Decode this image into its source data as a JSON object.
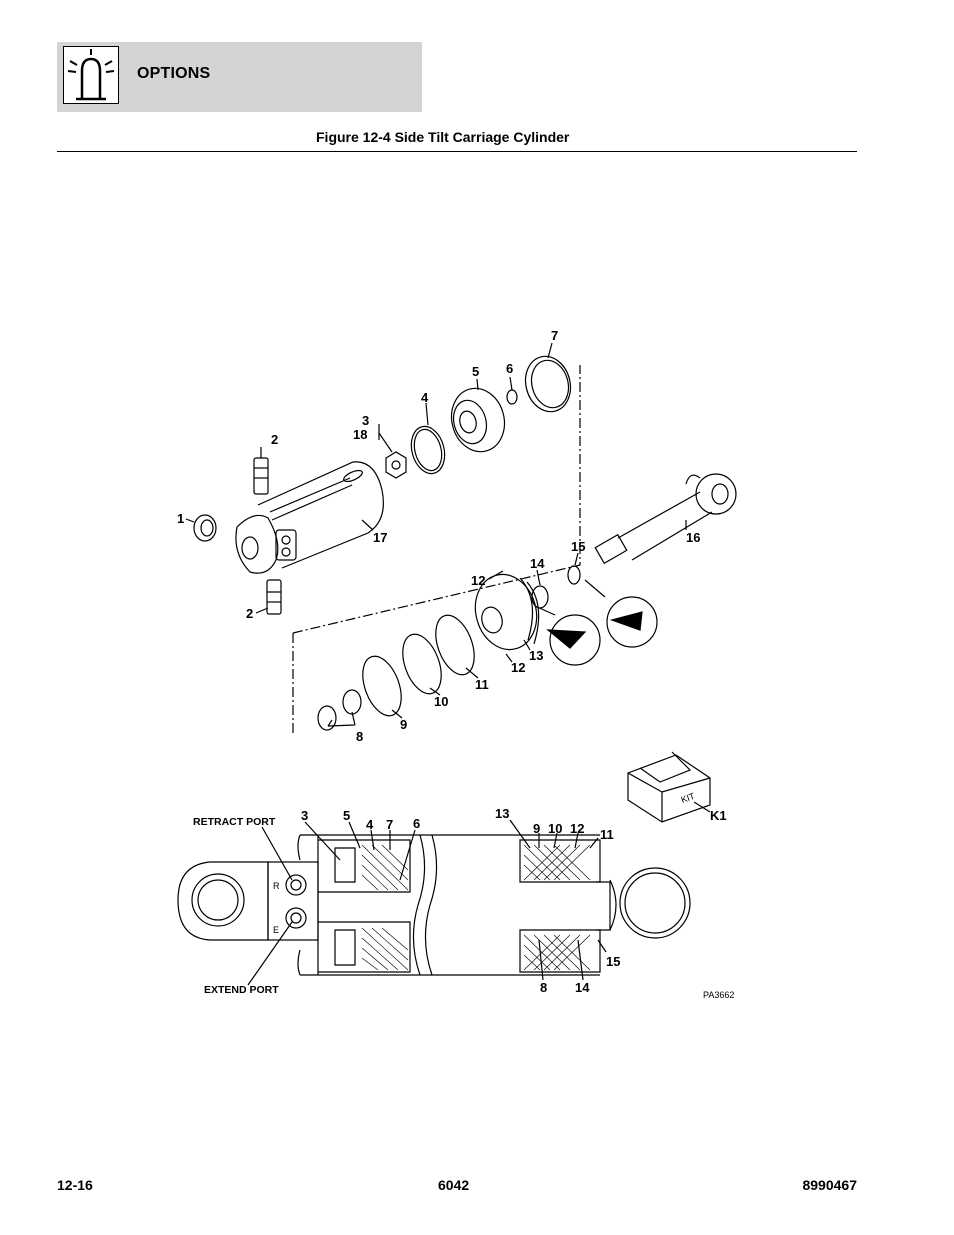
{
  "header": {
    "section_title": "OPTIONS",
    "icon": "options-beacon-icon"
  },
  "figure": {
    "title": "Figure 12-4 Side Tilt Carriage Cylinder",
    "drawing_ref": "PA3662",
    "callouts": {
      "c1": "1",
      "c2a": "2",
      "c2b": "2",
      "c3_18": "3",
      "c18": "18",
      "c4": "4",
      "c5": "5",
      "c6": "6",
      "c7": "7",
      "c8": "8",
      "c9": "9",
      "c10": "10",
      "c11": "11",
      "c12a": "12",
      "c12b": "12",
      "c13": "13",
      "c14": "14",
      "c15": "15",
      "c16": "16",
      "c17": "17",
      "k1": "K1",
      "kit": "KIT",
      "s3": "3",
      "s5": "5",
      "s4": "4",
      "s7": "7",
      "s6": "6",
      "s13": "13",
      "s9": "9",
      "s10": "10",
      "s12": "12",
      "s11": "11",
      "s15": "15",
      "s8": "8",
      "s14": "14"
    },
    "ports": {
      "retract": "RETRACT PORT",
      "extend": "EXTEND PORT",
      "r_mark": "R",
      "e_mark": "E"
    }
  },
  "footer": {
    "page": "12-16",
    "model": "6042",
    "part_number": "8990467"
  }
}
